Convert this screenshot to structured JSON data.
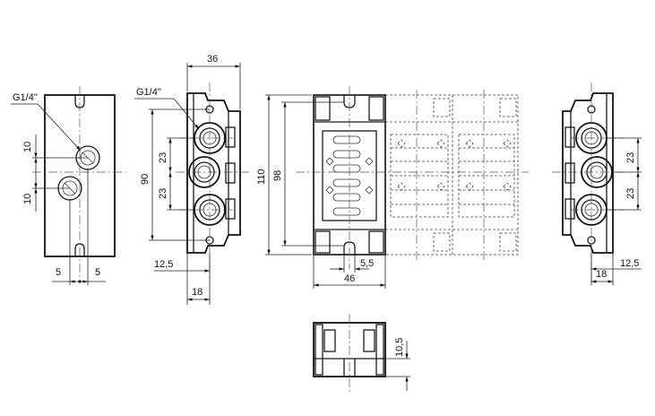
{
  "labels": {
    "thread_a": "G1/4\"",
    "thread_b": "G1/4\""
  },
  "dimensions": {
    "side_10_top": "10",
    "side_10_bottom": "10",
    "side_5_left": "5",
    "side_5_right": "5",
    "front_36": "36",
    "front_90": "90",
    "front_23_top": "23",
    "front_23_bottom": "23",
    "front_12_5": "12,5",
    "front_18": "18",
    "top_110": "110",
    "top_98": "98",
    "top_5_5": "5,5",
    "top_46": "46",
    "right_23_top": "23",
    "right_23_bottom": "23",
    "right_12_5": "12,5",
    "right_18": "18",
    "bottom_10_5": "10,5"
  }
}
